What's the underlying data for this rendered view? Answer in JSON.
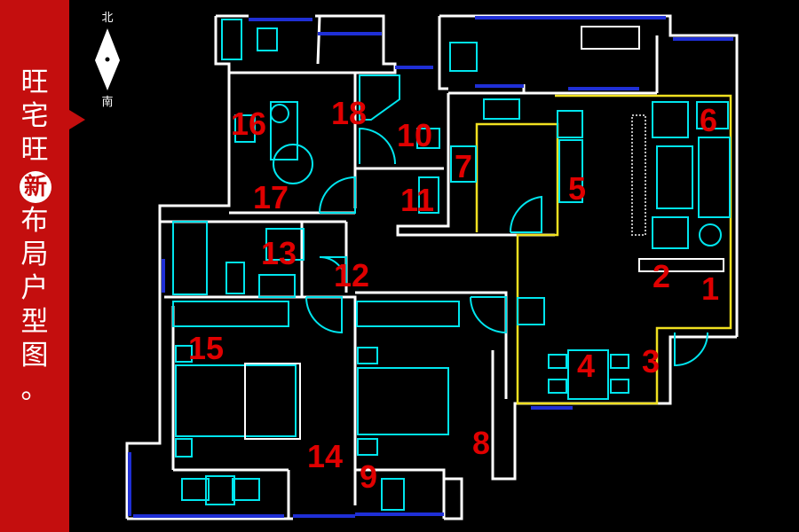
{
  "banner": {
    "chars": [
      "旺",
      "宅",
      "旺",
      "新",
      "布",
      "局",
      "户",
      "型",
      "图",
      "。"
    ],
    "highlight_index": 3,
    "background_color": "#c40e0e"
  },
  "compass": {
    "north": "北",
    "south": "南"
  },
  "rooms": [
    "1",
    "2",
    "3",
    "4",
    "5",
    "6",
    "7",
    "8",
    "9",
    "10",
    "11",
    "12",
    "13",
    "14",
    "15",
    "16",
    "17",
    "18"
  ],
  "colors": {
    "background": "#000000",
    "walls": "#ffffff",
    "windows": "#1f2fd6",
    "furniture": "#00e5ee",
    "highlight_zone": "#f0e020",
    "labels": "#e00000"
  }
}
